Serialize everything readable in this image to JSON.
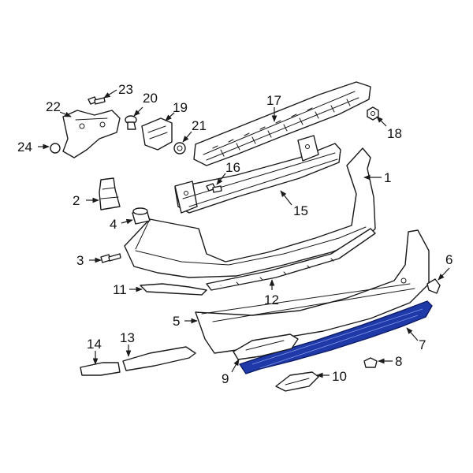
{
  "colors": {
    "background": "#ffffff",
    "line": "#1a1a1a",
    "highlight_fill": "#1f3aa8",
    "highlight_stroke": "#0c1a66"
  },
  "highlighted_part": "7",
  "callouts": [
    {
      "id": "1",
      "label": "1"
    },
    {
      "id": "2",
      "label": "2"
    },
    {
      "id": "3",
      "label": "3"
    },
    {
      "id": "4",
      "label": "4"
    },
    {
      "id": "5",
      "label": "5"
    },
    {
      "id": "6",
      "label": "6"
    },
    {
      "id": "7",
      "label": "7"
    },
    {
      "id": "8",
      "label": "8"
    },
    {
      "id": "9",
      "label": "9"
    },
    {
      "id": "10",
      "label": "10"
    },
    {
      "id": "11",
      "label": "11"
    },
    {
      "id": "12",
      "label": "12"
    },
    {
      "id": "13",
      "label": "13"
    },
    {
      "id": "14",
      "label": "14"
    },
    {
      "id": "15",
      "label": "15"
    },
    {
      "id": "16",
      "label": "16"
    },
    {
      "id": "17",
      "label": "17"
    },
    {
      "id": "18",
      "label": "18"
    },
    {
      "id": "19",
      "label": "19"
    },
    {
      "id": "20",
      "label": "20"
    },
    {
      "id": "21",
      "label": "21"
    },
    {
      "id": "22",
      "label": "22"
    },
    {
      "id": "23",
      "label": "23"
    },
    {
      "id": "24",
      "label": "24"
    }
  ]
}
